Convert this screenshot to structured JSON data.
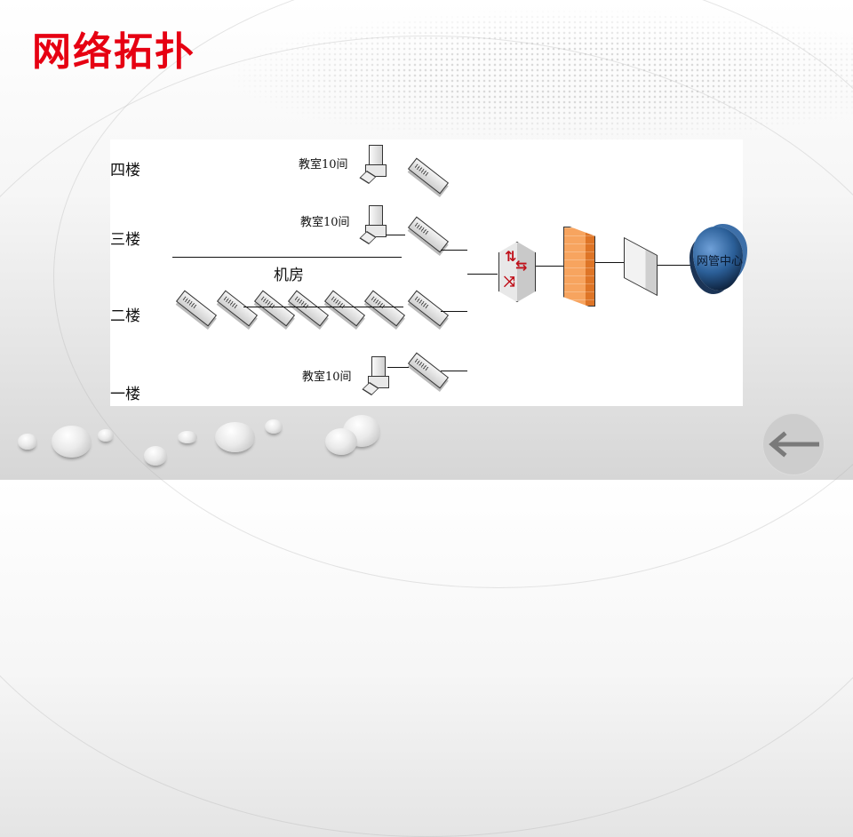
{
  "title": "网络拓扑",
  "diagram": {
    "floors": [
      {
        "label": "四楼",
        "room": "教室10间"
      },
      {
        "label": "三楼",
        "room": "教室10间"
      },
      {
        "label": "二楼",
        "room": ""
      },
      {
        "label": "一楼",
        "room": "教室10间"
      }
    ],
    "server_room_label": "机房",
    "server_room_switch_count": 7,
    "core_devices": [
      {
        "type": "core-router",
        "label": ""
      },
      {
        "type": "firewall",
        "label": ""
      },
      {
        "type": "gateway",
        "label": ""
      },
      {
        "type": "cloud",
        "label": "网管中心"
      }
    ]
  },
  "nav": {
    "back_icon": "left-arrow-icon"
  },
  "colors": {
    "title": "#e60012",
    "firewall": "#f39a4f",
    "cloud": "#2b5f98",
    "router_arrows": "#c0101a"
  }
}
